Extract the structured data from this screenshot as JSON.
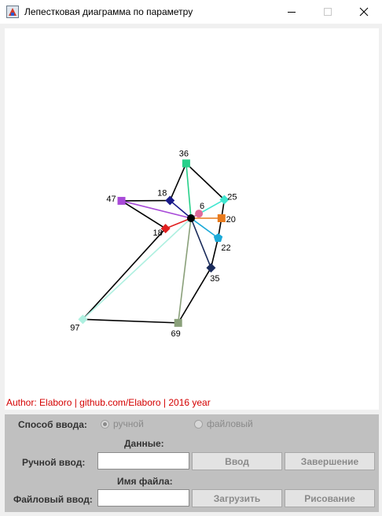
{
  "window": {
    "title": "Лепестковая диаграмма по параметру",
    "icons": [
      "app-icon",
      "minimize-icon",
      "maximize-icon",
      "close-icon"
    ]
  },
  "chart_data": {
    "type": "radar",
    "center": {
      "color": "#000000"
    },
    "points": [
      {
        "label": "36",
        "value": 36,
        "color": "#27d08a",
        "marker": "square"
      },
      {
        "label": "25",
        "value": 25,
        "color": "#3fe6d0",
        "marker": "diamond"
      },
      {
        "label": "20",
        "value": 20,
        "color": "#e87a1c",
        "marker": "square"
      },
      {
        "label": "22",
        "value": 22,
        "color": "#1aa9d8",
        "marker": "pentagon"
      },
      {
        "label": "35",
        "value": 35,
        "color": "#1a2b5a",
        "marker": "diamond"
      },
      {
        "label": "69",
        "value": 69,
        "color": "#8aa07a",
        "marker": "square"
      },
      {
        "label": "97",
        "value": 97,
        "color": "#aef0e0",
        "marker": "diamond"
      },
      {
        "label": "18",
        "value": 18,
        "color": "#e02020",
        "marker": "diamond"
      },
      {
        "label": "47",
        "value": 47,
        "color": "#a84ad8",
        "marker": "square"
      },
      {
        "label": "18",
        "value": 18,
        "color": "#1a1a8a",
        "marker": "diamond"
      },
      {
        "label": "6",
        "value": 6,
        "color": "#e06a9a",
        "marker": "circle"
      }
    ]
  },
  "author": "Author: Elaboro | github.com/Elaboro | 2016 year",
  "controls": {
    "input_mode_label": "Способ ввода:",
    "radio_manual": "ручной",
    "radio_file": "файловый",
    "data_label": "Данные:",
    "manual_input_label": "Ручной ввод:",
    "manual_value": "",
    "enter_button": "Ввод",
    "finish_button": "Завершение",
    "file_name_label": "Имя файла:",
    "file_input_label": "Файловый ввод:",
    "file_value": "",
    "load_button": "Загрузить",
    "draw_button": "Рисование"
  }
}
